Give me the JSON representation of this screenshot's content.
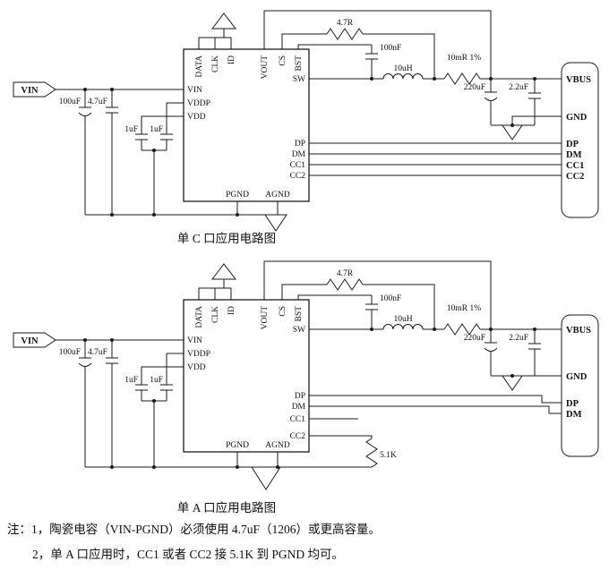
{
  "circuit_c": {
    "caption": "单 C 口应用电路图",
    "vin_flag": "VIN",
    "pins": {
      "data": "DATA",
      "clk": "CLK",
      "id": "ID",
      "vout": "VOUT",
      "cs": "CS",
      "bst": "BST",
      "vin": "VIN",
      "vddp": "VDDP",
      "vdd": "VDD",
      "sw": "SW",
      "dp": "DP",
      "dm": "DM",
      "cc1": "CC1",
      "cc2": "CC2",
      "pgnd": "PGND",
      "agnd": "AGND"
    },
    "values": {
      "cin_bulk": "100uF",
      "cin_cer": "4.7uF",
      "c_vddp": "1uF",
      "c_vdd": "1uF",
      "r_cs": "4.7R",
      "c_bst": "100nF",
      "l_out": "10uH",
      "r_sense": "10mR 1%",
      "c_out_bulk": "220uF",
      "c_out_cer": "2.2uF"
    },
    "connector": {
      "pins": [
        "VBUS",
        "GND",
        "DP",
        "DM",
        "CC1",
        "CC2"
      ]
    }
  },
  "circuit_a": {
    "caption": "单 A 口应用电路图",
    "vin_flag": "VIN",
    "pins": {
      "data": "DATA",
      "clk": "CLK",
      "id": "ID",
      "vout": "VOUT",
      "cs": "CS",
      "bst": "BST",
      "vin": "VIN",
      "vddp": "VDDP",
      "vdd": "VDD",
      "sw": "SW",
      "dp": "DP",
      "dm": "DM",
      "cc1": "CC1",
      "cc2": "CC2",
      "pgnd": "PGND",
      "agnd": "AGND"
    },
    "values": {
      "cin_bulk": "100uF",
      "cin_cer": "4.7uF",
      "c_vddp": "1uF",
      "c_vdd": "1uF",
      "r_cs": "4.7R",
      "c_bst": "100nF",
      "l_out": "10uH",
      "r_sense": "10mR 1%",
      "c_out_bulk": "220uF",
      "c_out_cer": "2.2uF",
      "r_cc": "5.1K"
    },
    "connector": {
      "pins": [
        "VBUS",
        "GND",
        "DP",
        "DM"
      ]
    }
  },
  "notes": {
    "line1": "注：1，陶瓷电容（VIN-PGND）必须使用 4.7uF（1206）或更高容量。",
    "line2": "2，单 A 口应用时，CC1 或者 CC2 接 5.1K 到 PGND 均可。"
  }
}
